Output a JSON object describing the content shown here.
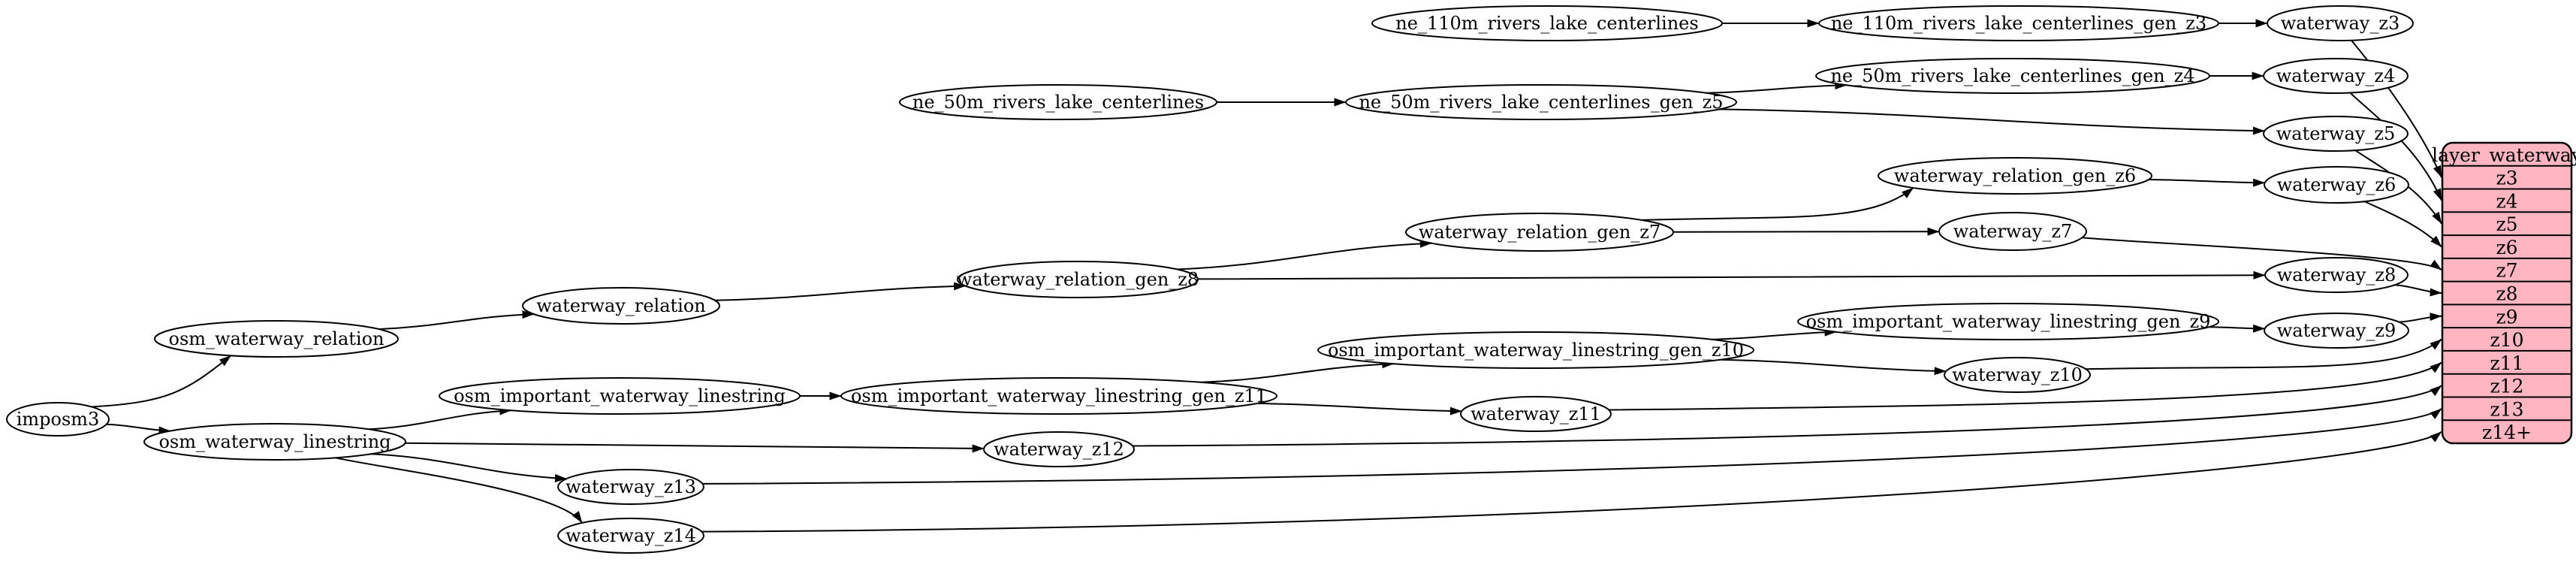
{
  "diagram": {
    "kind": "etl-dependency-graph",
    "background": "#ffffff",
    "edge_color": "#000000",
    "node_style": {
      "fill": "#ffffff",
      "stroke": "#000000",
      "text_color": "#000000"
    },
    "nodes": [
      {
        "id": "imposm3",
        "label": "imposm3"
      },
      {
        "id": "osm_waterway_relation",
        "label": "osm_waterway_relation"
      },
      {
        "id": "osm_waterway_linestring",
        "label": "osm_waterway_linestring"
      },
      {
        "id": "waterway_relation",
        "label": "waterway_relation"
      },
      {
        "id": "waterway_relation_gen_z8",
        "label": "waterway_relation_gen_z8"
      },
      {
        "id": "waterway_relation_gen_z7",
        "label": "waterway_relation_gen_z7"
      },
      {
        "id": "waterway_relation_gen_z6",
        "label": "waterway_relation_gen_z6"
      },
      {
        "id": "osm_important_waterway_linestring",
        "label": "osm_important_waterway_linestring"
      },
      {
        "id": "osm_important_waterway_linestring_gen_z11",
        "label": "osm_important_waterway_linestring_gen_z11"
      },
      {
        "id": "osm_important_waterway_linestring_gen_z10",
        "label": "osm_important_waterway_linestring_gen_z10"
      },
      {
        "id": "osm_important_waterway_linestring_gen_z9",
        "label": "osm_important_waterway_linestring_gen_z9"
      },
      {
        "id": "ne_110m_rivers_lake_centerlines",
        "label": "ne_110m_rivers_lake_centerlines"
      },
      {
        "id": "ne_110m_rivers_lake_centerlines_gen_z3",
        "label": "ne_110m_rivers_lake_centerlines_gen_z3"
      },
      {
        "id": "ne_50m_rivers_lake_centerlines",
        "label": "ne_50m_rivers_lake_centerlines"
      },
      {
        "id": "ne_50m_rivers_lake_centerlines_gen_z5",
        "label": "ne_50m_rivers_lake_centerlines_gen_z5"
      },
      {
        "id": "ne_50m_rivers_lake_centerlines_gen_z4",
        "label": "ne_50m_rivers_lake_centerlines_gen_z4"
      },
      {
        "id": "waterway_z3",
        "label": "waterway_z3"
      },
      {
        "id": "waterway_z4",
        "label": "waterway_z4"
      },
      {
        "id": "waterway_z5",
        "label": "waterway_z5"
      },
      {
        "id": "waterway_z6",
        "label": "waterway_z6"
      },
      {
        "id": "waterway_z7",
        "label": "waterway_z7"
      },
      {
        "id": "waterway_z8",
        "label": "waterway_z8"
      },
      {
        "id": "waterway_z9",
        "label": "waterway_z9"
      },
      {
        "id": "waterway_z10",
        "label": "waterway_z10"
      },
      {
        "id": "waterway_z11",
        "label": "waterway_z11"
      },
      {
        "id": "waterway_z12",
        "label": "waterway_z12"
      },
      {
        "id": "waterway_z13",
        "label": "waterway_z13"
      },
      {
        "id": "waterway_z14",
        "label": "waterway_z14"
      }
    ],
    "table": {
      "id": "layer_waterway",
      "header": "layer_waterway",
      "rows": [
        "z3",
        "z4",
        "z5",
        "z6",
        "z7",
        "z8",
        "z9",
        "z10",
        "z11",
        "z12",
        "z13",
        "z14+"
      ],
      "fill": "#ffb6c1",
      "stroke": "#000000"
    },
    "edges": [
      {
        "from": "imposm3",
        "to": "osm_waterway_relation"
      },
      {
        "from": "imposm3",
        "to": "osm_waterway_linestring"
      },
      {
        "from": "osm_waterway_relation",
        "to": "waterway_relation"
      },
      {
        "from": "waterway_relation",
        "to": "waterway_relation_gen_z8"
      },
      {
        "from": "waterway_relation_gen_z8",
        "to": "waterway_relation_gen_z7"
      },
      {
        "from": "waterway_relation_gen_z8",
        "to": "waterway_z8"
      },
      {
        "from": "waterway_relation_gen_z7",
        "to": "waterway_relation_gen_z6"
      },
      {
        "from": "waterway_relation_gen_z7",
        "to": "waterway_z7"
      },
      {
        "from": "waterway_relation_gen_z6",
        "to": "waterway_z6"
      },
      {
        "from": "osm_waterway_linestring",
        "to": "osm_important_waterway_linestring"
      },
      {
        "from": "osm_waterway_linestring",
        "to": "waterway_z12"
      },
      {
        "from": "osm_waterway_linestring",
        "to": "waterway_z13"
      },
      {
        "from": "osm_waterway_linestring",
        "to": "waterway_z14"
      },
      {
        "from": "osm_important_waterway_linestring",
        "to": "osm_important_waterway_linestring_gen_z11"
      },
      {
        "from": "osm_important_waterway_linestring_gen_z11",
        "to": "osm_important_waterway_linestring_gen_z10"
      },
      {
        "from": "osm_important_waterway_linestring_gen_z11",
        "to": "waterway_z11"
      },
      {
        "from": "osm_important_waterway_linestring_gen_z10",
        "to": "osm_important_waterway_linestring_gen_z9"
      },
      {
        "from": "osm_important_waterway_linestring_gen_z10",
        "to": "waterway_z10"
      },
      {
        "from": "osm_important_waterway_linestring_gen_z9",
        "to": "waterway_z9"
      },
      {
        "from": "ne_110m_rivers_lake_centerlines",
        "to": "ne_110m_rivers_lake_centerlines_gen_z3"
      },
      {
        "from": "ne_110m_rivers_lake_centerlines_gen_z3",
        "to": "waterway_z3"
      },
      {
        "from": "ne_50m_rivers_lake_centerlines",
        "to": "ne_50m_rivers_lake_centerlines_gen_z5"
      },
      {
        "from": "ne_50m_rivers_lake_centerlines_gen_z5",
        "to": "ne_50m_rivers_lake_centerlines_gen_z4"
      },
      {
        "from": "ne_50m_rivers_lake_centerlines_gen_z5",
        "to": "waterway_z5"
      },
      {
        "from": "ne_50m_rivers_lake_centerlines_gen_z4",
        "to": "waterway_z4"
      },
      {
        "from": "waterway_z3",
        "to": "layer_waterway",
        "row": "z3"
      },
      {
        "from": "waterway_z4",
        "to": "layer_waterway",
        "row": "z4"
      },
      {
        "from": "waterway_z5",
        "to": "layer_waterway",
        "row": "z5"
      },
      {
        "from": "waterway_z6",
        "to": "layer_waterway",
        "row": "z6"
      },
      {
        "from": "waterway_z7",
        "to": "layer_waterway",
        "row": "z7"
      },
      {
        "from": "waterway_z8",
        "to": "layer_waterway",
        "row": "z8"
      },
      {
        "from": "waterway_z9",
        "to": "layer_waterway",
        "row": "z9"
      },
      {
        "from": "waterway_z10",
        "to": "layer_waterway",
        "row": "z10"
      },
      {
        "from": "waterway_z11",
        "to": "layer_waterway",
        "row": "z11"
      },
      {
        "from": "waterway_z12",
        "to": "layer_waterway",
        "row": "z12"
      },
      {
        "from": "waterway_z13",
        "to": "layer_waterway",
        "row": "z13"
      },
      {
        "from": "waterway_z14",
        "to": "layer_waterway",
        "row": "z14+"
      }
    ]
  }
}
